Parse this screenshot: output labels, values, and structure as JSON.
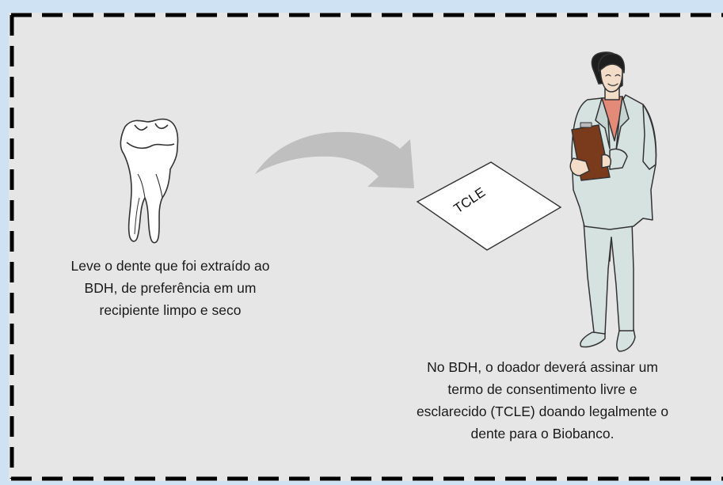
{
  "document_label": "TCLE",
  "left_caption": [
    "Leve o dente que foi extraído ao",
    "BDH, de preferência em um",
    "recipiente limpo e seco"
  ],
  "right_caption": [
    "No BDH, o doador deverá assinar um",
    "termo de consentimento livre e",
    "esclarecido (TCLE) doando legalmente o",
    "dente para o Biobanco."
  ],
  "colors": {
    "page_background": "#cfe2f3",
    "panel_background": "#e6e6e6",
    "dashed_border": "#000000",
    "arrow": "#bfbfbf",
    "suit": "#d6e2e0",
    "clipboard": "#7a3a1c",
    "blouse": "#e48a78"
  },
  "icons": [
    "tooth-icon",
    "curved-arrow-icon",
    "document-icon",
    "doctor-figure-icon"
  ]
}
